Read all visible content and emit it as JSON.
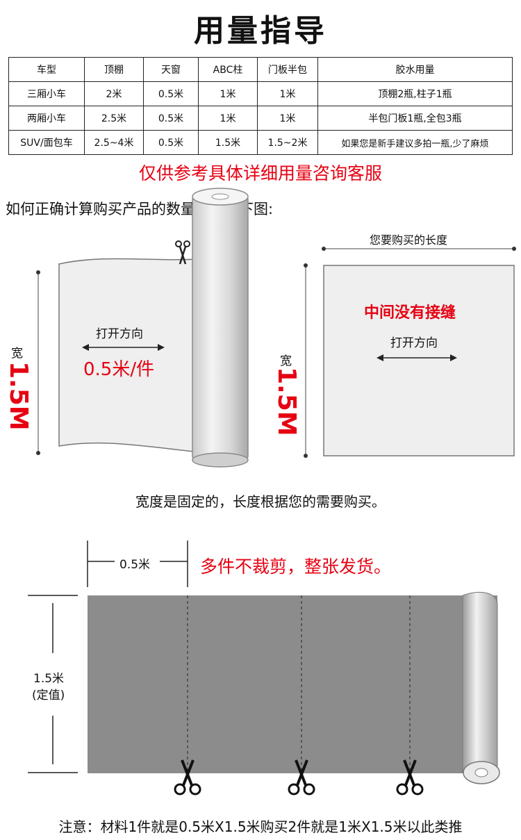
{
  "title": "用量指导",
  "table": {
    "headers": [
      "车型",
      "顶棚",
      "天窗",
      "ABC柱",
      "门板半包",
      "胶水用量"
    ],
    "rows": [
      [
        "三厢小车",
        "2米",
        "0.5米",
        "1米",
        "1米",
        "顶棚2瓶,柱子1瓶"
      ],
      [
        "两厢小车",
        "2.5米",
        "0.5米",
        "1米",
        "1米",
        "半包门板1瓶,全包3瓶"
      ],
      [
        "SUV/面包车",
        "2.5~4米",
        "0.5米",
        "1.5米",
        "1.5~2米",
        "如果您是新手建议多拍一瓶,少了麻烦"
      ]
    ]
  },
  "reference_note": "仅供参考具体详细用量咨询客服",
  "howto_title": "如何正确计算购买产品的数量，请看下图:",
  "left_diagram": {
    "width_label": "宽",
    "width_value": "1.5M",
    "open_direction": "打开方向",
    "per_piece": "0.5米/件"
  },
  "right_diagram": {
    "length_label": "您要购买的长度",
    "no_seam": "中间没有接缝",
    "open_direction": "打开方向",
    "width_label": "宽",
    "width_value": "1.5M"
  },
  "fixed_width_note": "宽度是固定的，长度根据您的需要购买。",
  "bottom_diagram": {
    "segment_label": "0.5米",
    "no_cut_note": "多件不裁剪，整张发货。",
    "height_label": "1.5米",
    "height_sub": "(定值)"
  },
  "footer_note": "注意：材料1件就是0.5米X1.5米购买2件就是1米X1.5米以此类推",
  "colors": {
    "accent_red": "#e60012",
    "sheet_gray": "#8c8c8c"
  }
}
